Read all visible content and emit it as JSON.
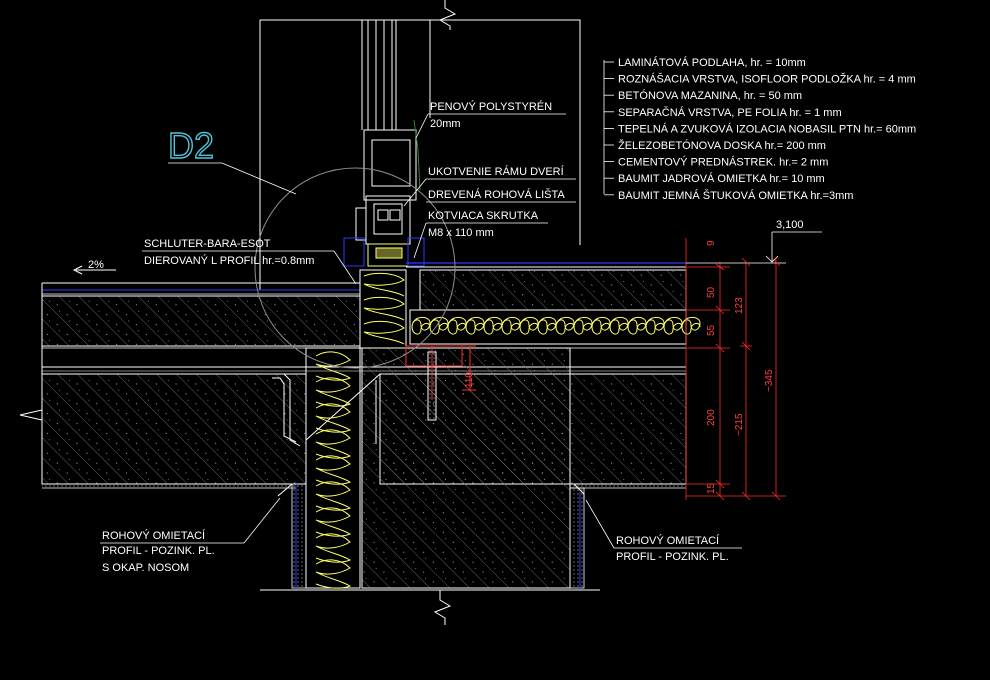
{
  "colors": {
    "background": "#000000",
    "line_white": "#ffffff",
    "line_grey": "#8c8c8c",
    "insulation_yellow": "#ffff66",
    "dimension_red": "#ff2a2a",
    "dimension_text": "#ff4040",
    "foil_blue": "#2a3cff",
    "title_cyan": "#4fc3d8",
    "window_green": "#3a7a3a"
  },
  "detail_title": "D2",
  "slope_label": "2%",
  "elevation_label": "3,100",
  "layers_legend": [
    "LAMINÁTOVÁ PODLAHA,  hr. = 10mm",
    "ROZNÁŠACIA VRSTVA, ISOFLOOR PODLOŽKA  hr. = 4 mm",
    "BETÓNOVA MAZANINA,  hr. =  50 mm",
    "SEPARAČNÁ VRSTVA, PE FOLIA hr. = 1 mm",
    "TEPELNÁ A ZVUKOVÁ IZOLACIA NOBASIL PTN hr.= 60mm",
    " ŽELEZOBETÓNOVA DOSKA hr.= 200 mm",
    "CEMENTOVÝ PREDNÁSTREK. hr.= 2 mm",
    "BAUMIT JADROVÁ OMIETKA hr.= 10 mm",
    "BAUMIT JEMNÁ ŠTUKOVÁ OMIETKA hr.=3mm"
  ],
  "callouts": {
    "penovy_1": "PENOVÝ POLYSTYRÉN",
    "penovy_2": "20mm",
    "ukotvenie": "UKOTVENIE RÁMU DVERÍ",
    "drevena": "DREVENÁ ROHOVÁ LIŠTA",
    "kotviaca_1": "KOTVIACA SKRUTKA",
    "kotviaca_2": "M8 x 110 mm",
    "schluter_1": "SCHLUTER-BARA-ESOT",
    "schluter_2": "DIEROVANÝ L  PROFIL hr.=0.8mm",
    "rohovy_left_1": "ROHOVÝ OMIETACÍ",
    "rohovy_left_2": "PROFIL - POZINK. PL.",
    "rohovy_left_3": "S OKAP. NOSOM",
    "rohovy_right_1": "ROHOVÝ OMIETACÍ",
    "rohovy_right_2": "PROFIL - POZINK. PL."
  },
  "dimensions": {
    "top_9": "9",
    "d50": "50",
    "d55": "55",
    "d200": "200",
    "d15": "15",
    "d123": "123",
    "d215": "~215",
    "d345": "~345",
    "d110": "110"
  }
}
